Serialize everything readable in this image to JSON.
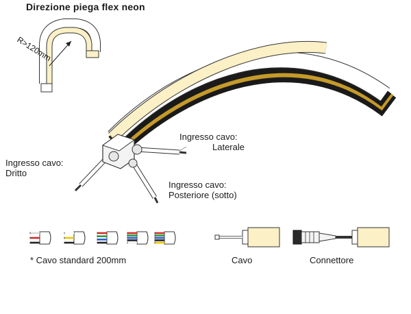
{
  "title": "Direzione piega flex neon",
  "radius_label": "R>120mm",
  "labels": {
    "side_entry_line1": "Ingresso cavo:",
    "side_entry_line2": "Laterale",
    "straight_entry_line1": "Ingresso cavo:",
    "straight_entry_line2": "Dritto",
    "rear_entry_line1": "Ingresso cavo:",
    "rear_entry_line2": "Posteriore (sotto)"
  },
  "bottom": {
    "standard_cable_note": "* Cavo standard 200mm",
    "cable_label": "Cavo",
    "connector_label": "Connettore"
  },
  "wire_sets": [
    [
      "#d9d9d9",
      "#d22a2a",
      "#222222"
    ],
    [
      "#ffffff",
      "#f2c500",
      "#222222"
    ],
    [
      "#d22a2a",
      "#2a9a3a",
      "#2a5ad2",
      "#222222"
    ],
    [
      "#d22a2a",
      "#2a9a3a",
      "#2a5ad2",
      "#222222",
      "#f0f0f0"
    ],
    [
      "#d22a2a",
      "#2a9a3a",
      "#2a5ad2",
      "#222222",
      "#f2c500"
    ]
  ],
  "colors": {
    "led_face": "#fbf0c6",
    "outline": "#333333",
    "stripe_dark": "#1a1a1a",
    "stripe_gold": "#c59a2a"
  }
}
